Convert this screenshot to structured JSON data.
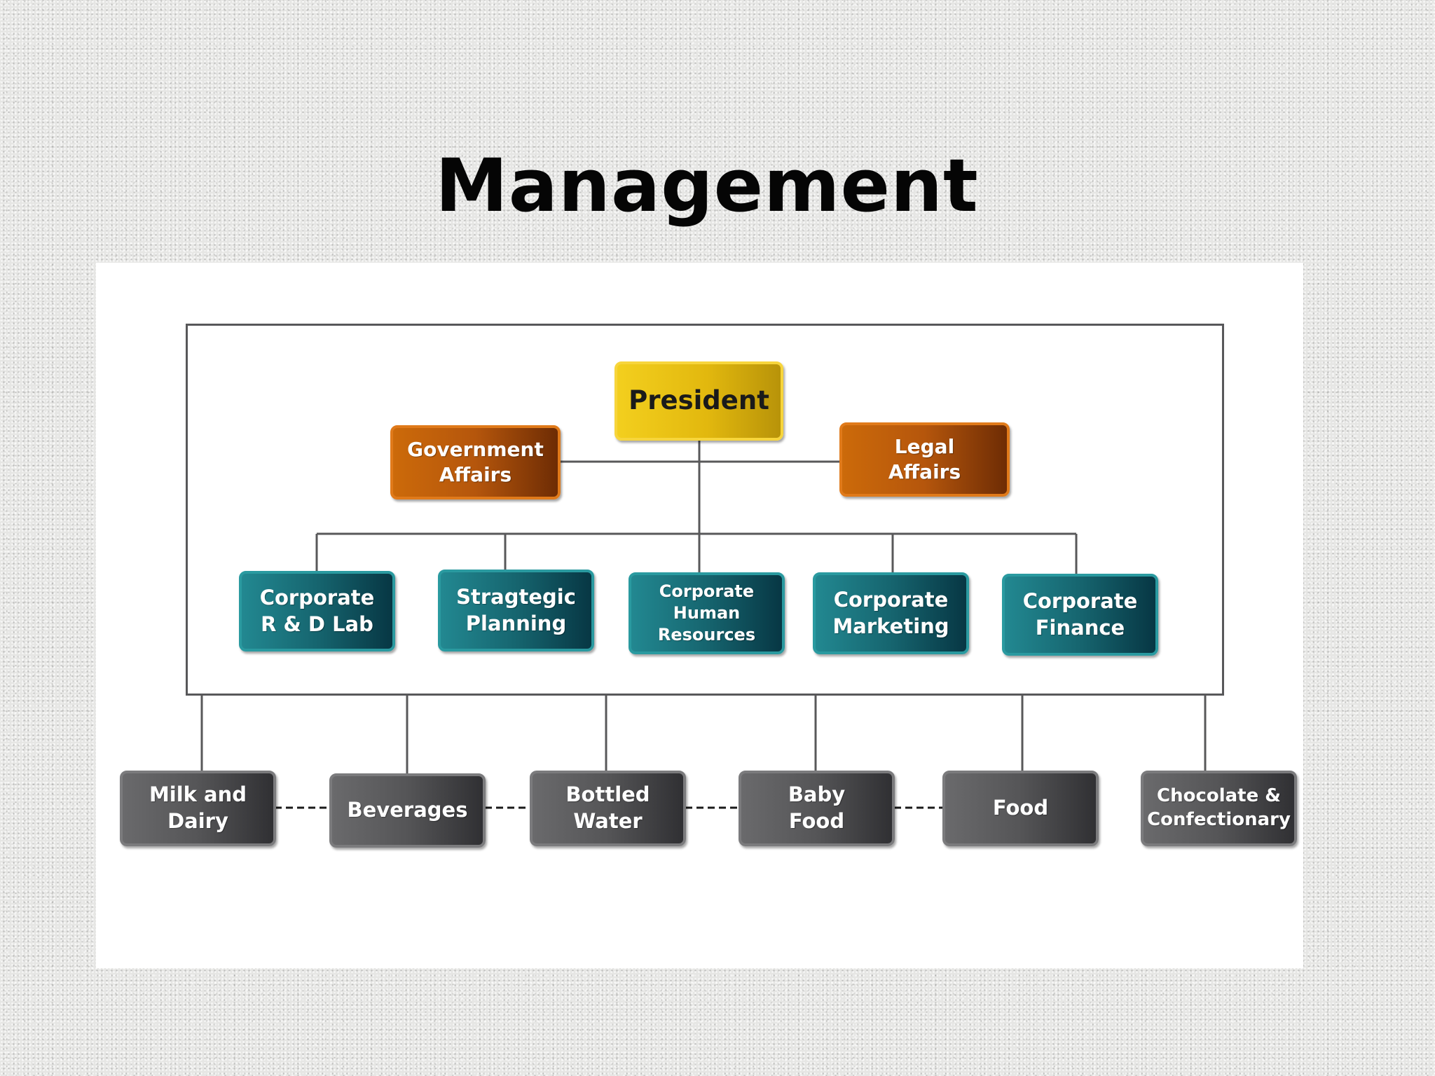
{
  "title": "Management",
  "chart": {
    "top": "President",
    "staff": [
      "Government\nAffairs",
      "Legal\nAffairs"
    ],
    "corporate": [
      "Corporate\nR & D Lab",
      "Stragtegic\nPlanning",
      "Corporate\nHuman\nResources",
      "Corporate\nMarketing",
      "Corporate\nFinance"
    ],
    "divisions": [
      "Milk and\nDairy",
      "Beverages",
      "Bottled\nWater",
      "Baby\nFood",
      "Food",
      "Chocolate &\nConfectionary"
    ]
  },
  "colors": {
    "president": "#e2b80e",
    "staff": "#b5560c",
    "corporate": "#16656f",
    "divisions": "#555557",
    "connector": "#58585a"
  }
}
